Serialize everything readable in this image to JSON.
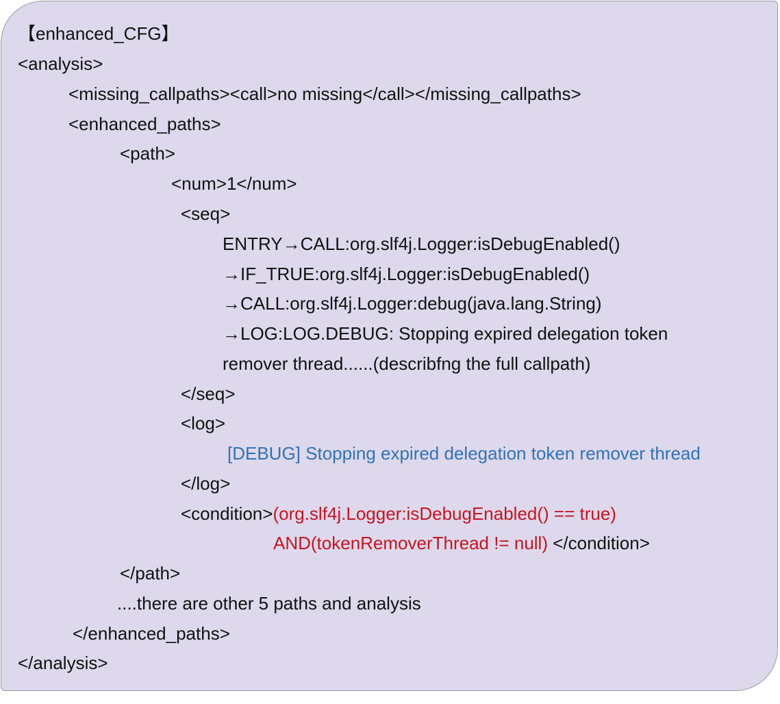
{
  "colors": {
    "background": "#ded8ec",
    "border": "#9a98a8",
    "text": "#111111",
    "condition": "#c8141e",
    "log_message": "#2e73b8"
  },
  "lines": {
    "title": "【enhanced_CFG】",
    "analysis_open": "<analysis>",
    "missing_callpaths": "<missing_callpaths><call>no missing</call></missing_callpaths>",
    "enhanced_paths_open": "<enhanced_paths>",
    "path_open": "<path>",
    "num": "<num>1</num>",
    "seq_open": "<seq>",
    "seq_1": "ENTRY→CALL:org.slf4j.Logger:isDebugEnabled()",
    "seq_2": "→IF_TRUE:org.slf4j.Logger:isDebugEnabled()",
    "seq_3": "→CALL:org.slf4j.Logger:debug(java.lang.String)",
    "seq_4": "→LOG:LOG.DEBUG: Stopping expired delegation token",
    "seq_5": "remover thread......(describfng the full callpath)",
    "seq_close": "</seq>",
    "log_open": "<log>",
    "log_message": "[DEBUG] Stopping expired delegation token remover thread",
    "log_close": "</log>",
    "condition_open": "<condition>",
    "condition_1": "(org.slf4j.Logger:isDebugEnabled() == true)",
    "condition_2": "AND(tokenRemoverThread != null)",
    "condition_close": " </condition>",
    "path_close": "</path>",
    "other_paths": "....there are other 5 paths and analysis",
    "enhanced_paths_close": "</enhanced_paths>",
    "analysis_close": "</analysis>"
  }
}
